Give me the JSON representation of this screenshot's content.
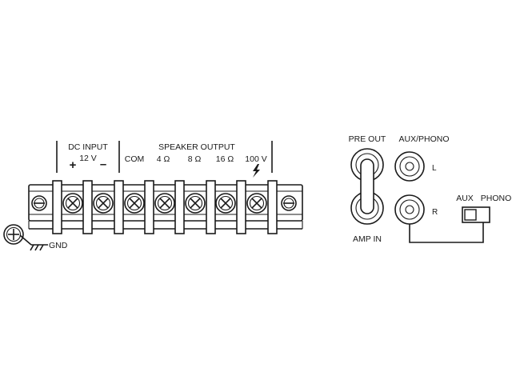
{
  "terminal_block": {
    "dc_input_label": "DC INPUT",
    "plus_sign": "+",
    "minus_sign": "–",
    "dc_voltage_label": "12 V",
    "speaker_output_label": "SPEAKER OUTPUT",
    "com_label": "COM",
    "ohm4_label": "4 Ω",
    "ohm8_label": "8 Ω",
    "ohm16_label": "16 Ω",
    "v100_label": "100 V",
    "lightning_icon": "lightning-bolt-icon"
  },
  "ground": {
    "gnd_label": "GND",
    "ground_icon": "ground-symbol-icon"
  },
  "rca_section": {
    "pre_out_label": "PRE OUT",
    "amp_in_label": "AMP IN",
    "aux_phono_label": "AUX/PHONO",
    "left_label": "L",
    "right_label": "R"
  },
  "switch": {
    "aux_label": "AUX",
    "phono_label": "PHONO"
  },
  "colors": {
    "line": "#1a1a1a",
    "background": "#ffffff"
  }
}
